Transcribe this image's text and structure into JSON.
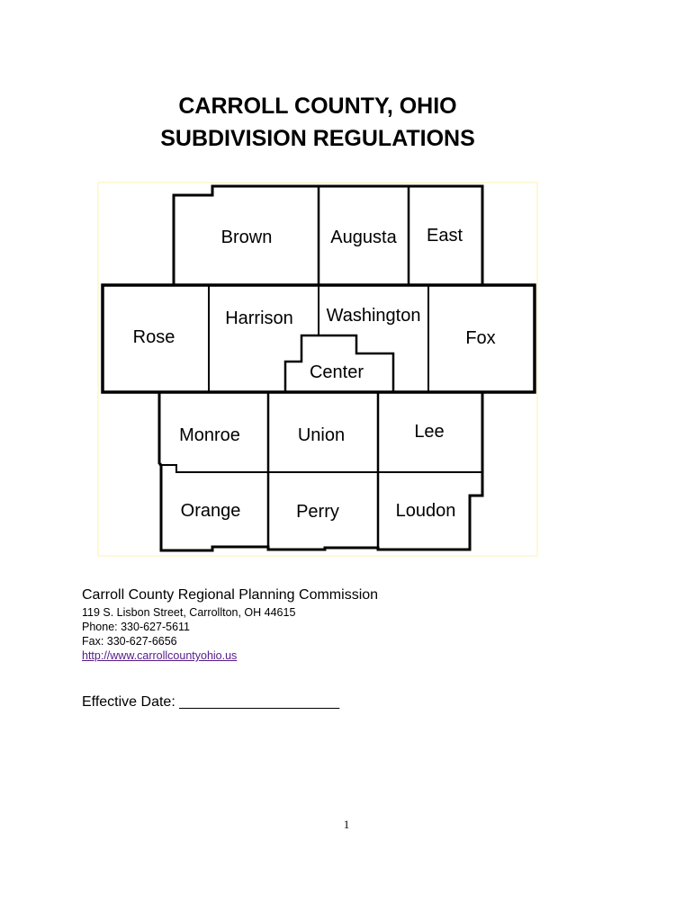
{
  "header": {
    "title_line_1": "CARROLL COUNTY, OHIO",
    "title_line_2": "SUBDIVISION REGULATIONS"
  },
  "map": {
    "townships": {
      "brown": "Brown",
      "augusta": "Augusta",
      "east": "East",
      "rose": "Rose",
      "harrison": "Harrison",
      "washington": "Washington",
      "fox": "Fox",
      "center": "Center",
      "monroe": "Monroe",
      "union": "Union",
      "lee": "Lee",
      "orange": "Orange",
      "perry": "Perry",
      "loudon": "Loudon"
    },
    "colors": {
      "border": "#000000",
      "frame": "#fff6c8"
    }
  },
  "contact": {
    "organization": "Carroll County Regional Planning Commission",
    "address": "119 S. Lisbon Street, Carrollton, OH 44615",
    "phone": "Phone: 330-627-5611",
    "fax": "Fax: 330-627-6656",
    "website": "http://www.carrollcountyohio.us"
  },
  "effective": {
    "label": "Effective Date: ____________________"
  },
  "footer": {
    "page_number": "1"
  }
}
